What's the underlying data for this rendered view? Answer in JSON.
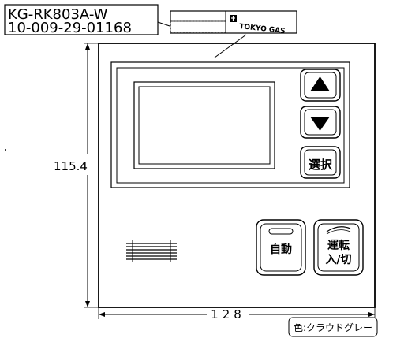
{
  "header": {
    "model_number": "KG-RK803A-W",
    "part_number": "10-009-29-01168"
  },
  "label_plate": {
    "brand_text": "TOKYO GAS"
  },
  "dimensions": {
    "height": "115.4",
    "width": "128"
  },
  "buttons": {
    "up_symbol": "▲",
    "down_symbol": "▼",
    "select_label": "選択",
    "auto_label": "自動",
    "power_label_top": "運転",
    "power_label_bottom": "入/切"
  },
  "color_note": "色:クラウドグレー",
  "colors": {
    "line": "#000000",
    "background": "#ffffff",
    "hatch": "#888888"
  }
}
